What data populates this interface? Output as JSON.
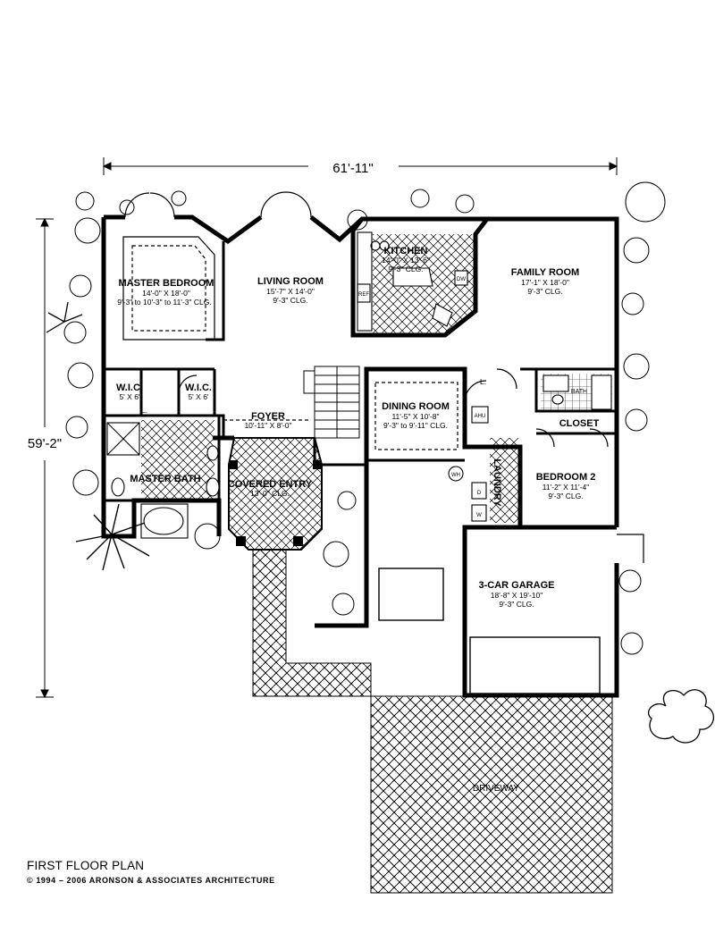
{
  "plan": {
    "title": "FIRST FLOOR PLAN",
    "copyright": "© 1994 – 2006 ARONSON & ASSOCIATES ARCHITECTURE",
    "overall_width": "61'-11\"",
    "overall_depth": "59'-2\""
  },
  "rooms": {
    "master_bedroom": {
      "name": "MASTER BEDROOM",
      "size": "14'-0\" X 18'-0\"",
      "ceiling": "9'-3\" to 10'-3\" to 11'-3\" CLG."
    },
    "living_room": {
      "name": "LIVING ROOM",
      "size": "15'-7\" X 14'-0\"",
      "ceiling": "9'-3\" CLG."
    },
    "kitchen": {
      "name": "KITCHEN",
      "size": "14'-0\" X 13'-6\"",
      "ceiling": "9'-3\" CLG."
    },
    "family_room": {
      "name": "FAMILY ROOM",
      "size": "17'-1\" X 18'-0\"",
      "ceiling": "9'-3\" CLG."
    },
    "wic_left": {
      "name": "W.I.C.",
      "size": "5' X 6'"
    },
    "wic_right": {
      "name": "W.I.C.",
      "size": "5' X 6'"
    },
    "foyer": {
      "name": "FOYER",
      "size": "10'-11\" X 8'-0\""
    },
    "dining_room": {
      "name": "DINING ROOM",
      "size": "11'-5\" X 10'-8\"",
      "ceiling": "9'-3\" to 9'-11\" CLG."
    },
    "closet": {
      "name": "CLOSET"
    },
    "bedroom2": {
      "name": "BEDROOM 2",
      "size": "11'-2\" X 11'-4\"",
      "ceiling": "9'-3\" CLG."
    },
    "master_bath": {
      "name": "MASTER BATH"
    },
    "covered_entry": {
      "name": "COVERED ENTRY",
      "ceiling": "13'-0\" CLG."
    },
    "laundry": {
      "name": "LAUNDRY"
    },
    "garage": {
      "name": "3-CAR GARAGE",
      "size": "18'-8\" X 19'-10\"",
      "ceiling": "9'-3\" CLG."
    },
    "driveway": {
      "name": "DRIVEWAY"
    }
  },
  "fixtures": {
    "linen": "L.",
    "ahu": "AHU",
    "water_heater": "WH",
    "dryer": "D",
    "washer": "W",
    "dishwasher": "DW",
    "refrigerator": "REF",
    "bath": "BATH"
  }
}
